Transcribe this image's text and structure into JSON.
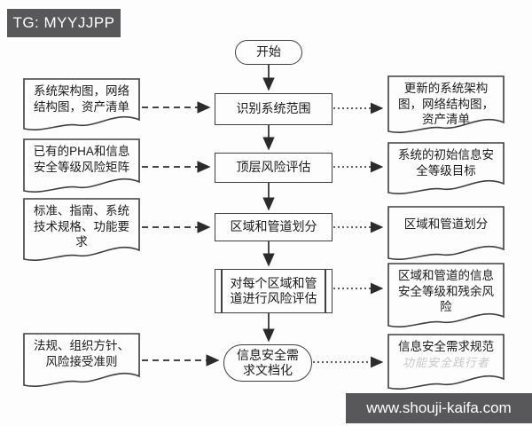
{
  "badge": {
    "text": "TG: MYYJJPP"
  },
  "watermark_bar": {
    "text": "www.shouji-kaifa.com"
  },
  "flowchart": {
    "start": {
      "label": "开始"
    },
    "steps": [
      {
        "label": "识别系统范围"
      },
      {
        "label": "顶层风险评估"
      },
      {
        "label": "区域和管道划分"
      },
      {
        "label": "对每个区域和管道进行风险评估"
      },
      {
        "label": "信息安全需求文档化"
      }
    ],
    "inputs": [
      {
        "label": "系统架构图，网络结构图，资产清单"
      },
      {
        "label": "已有的PHA和信息安全等级风险矩阵"
      },
      {
        "label": "标准、指南、系统技术规格、功能要求"
      },
      {
        "label": "法规、组织方针、风险接受准则"
      }
    ],
    "outputs": [
      {
        "label": "更新的系统架构图，网络结构图，资产清单"
      },
      {
        "label": "系统的初始信息安全等级目标"
      },
      {
        "label": "区域和管道划分"
      },
      {
        "label": "区域和管道的信息安全等级和残余风险"
      },
      {
        "label": "信息安全需求规范",
        "watermark": "功能安全践行者"
      }
    ],
    "colors": {
      "line": "#3f3f3f",
      "badge_bg": "#58585b",
      "text": "#1a1a1a"
    }
  }
}
